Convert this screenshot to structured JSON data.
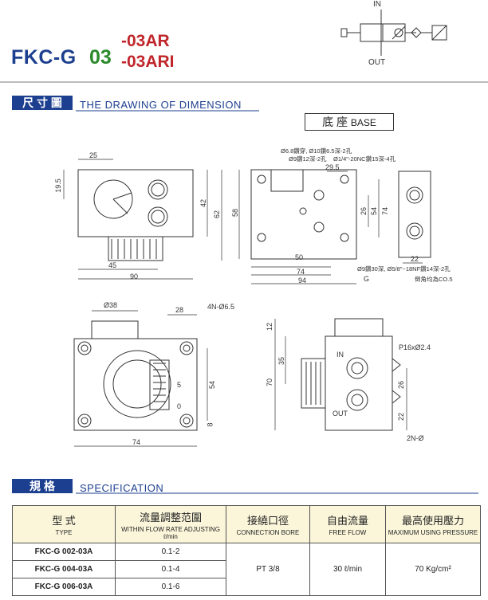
{
  "header": {
    "model_prefix": "FKC-G",
    "model_size": "03",
    "model_suffixes": [
      "-03AR",
      "-03ARI"
    ],
    "symbol_in": "IN",
    "symbol_out": "OUT"
  },
  "dimension_section": {
    "label_cn": "尺 寸 圖",
    "label_en": "THE DRAWING OF DIMENSION",
    "base_label_cn": "底 座",
    "base_label_en": "BASE"
  },
  "front_view": {
    "dims": [
      "25",
      "19.5",
      "42",
      "62",
      "45",
      "90"
    ]
  },
  "base_view": {
    "notes": [
      "Ø6.8鑽穿, Ø10鑽6.5深-2孔",
      "Ø9鑽12深-2孔",
      "Ø1/4\"-20NC鑽15深-4孔",
      "Ø9鑽30深, Ø5/8\"~18NF鑽14深-2孔",
      "倒角均為CO.5"
    ],
    "dims": [
      "29.5",
      "58",
      "26",
      "54",
      "74",
      "50",
      "74",
      "94",
      "22",
      "G"
    ]
  },
  "top_view": {
    "dims": [
      "Ø38",
      "28",
      "4N-Ø6.5",
      "5",
      "54",
      "0",
      "8",
      "74"
    ]
  },
  "side_view": {
    "dims": [
      "12",
      "35",
      "70",
      "26",
      "22",
      "P16xØ2.4",
      "2N-Ø"
    ],
    "port_in": "IN",
    "port_out": "OUT"
  },
  "spec_section": {
    "label_cn": "規 格",
    "label_en": "SPECIFICATION",
    "headers": [
      {
        "cn": "型 式",
        "en": "TYPE"
      },
      {
        "cn": "流量調整范圍",
        "en": "WITHIN FLOW RATE ADJUSTING ℓ/min"
      },
      {
        "cn": "接繞口徑",
        "en": "CONNECTION BORE"
      },
      {
        "cn": "自由流量",
        "en": "FREE FLOW"
      },
      {
        "cn": "最高使用壓力",
        "en": "MAXIMUM USING PRESSURE"
      }
    ],
    "rows": [
      {
        "type": "FKC-G 002-03A",
        "range": "0.1-2"
      },
      {
        "type": "FKC-G 004-03A",
        "range": "0.1-4"
      },
      {
        "type": "FKC-G 006-03A",
        "range": "0.1-6"
      }
    ],
    "bore": "PT 3/8",
    "free_flow": "30 ℓ/min",
    "pressure": "70 Kg/cm²"
  }
}
